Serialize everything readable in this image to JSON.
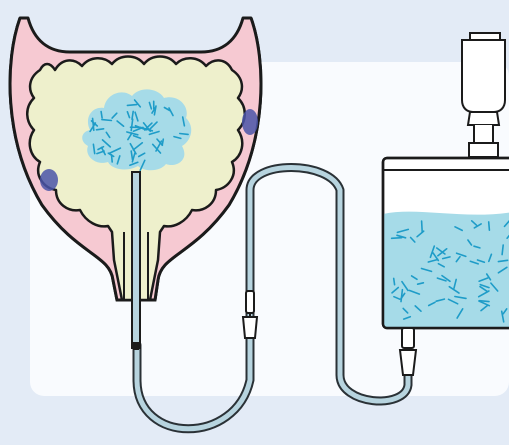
{
  "scene": {
    "colors": {
      "background": "#e3ebf6",
      "panel": "#f9fbfe",
      "bladder_wall": "#f6c9d2",
      "bladder_inner": "#eef0cc",
      "outline": "#1b1b1b",
      "fluid": "#a6dbe8",
      "fluid_specks": "#1e9cc8",
      "tube": "#b7d4df",
      "nodule": "#4a55a8"
    },
    "elements": [
      "bladder",
      "irrigation-fluid-cloud",
      "catheter",
      "drainage-tubing",
      "tubing-connector",
      "drainage-bag",
      "drip-chamber"
    ]
  }
}
